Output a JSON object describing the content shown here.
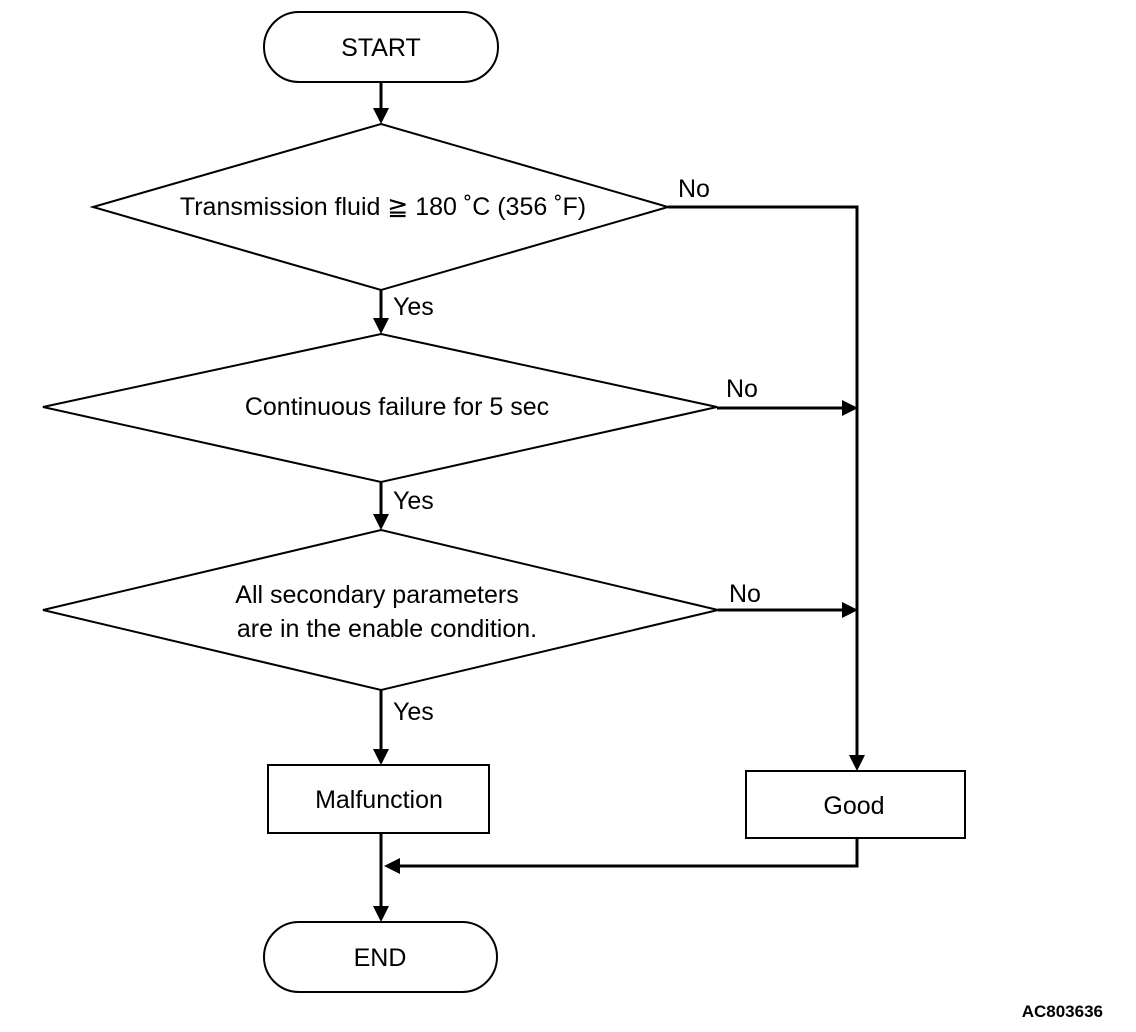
{
  "flowchart": {
    "start": {
      "label": "START"
    },
    "decisions": [
      {
        "lines": [
          "Transmission fluid ≧ 180 ˚C (356 ˚F)"
        ],
        "yes_label": "Yes",
        "no_label": "No"
      },
      {
        "lines": [
          "Continuous failure for 5 sec"
        ],
        "yes_label": "Yes",
        "no_label": "No"
      },
      {
        "lines": [
          "All secondary parameters",
          "are in the enable condition."
        ],
        "yes_label": "Yes",
        "no_label": "No"
      }
    ],
    "outcomes": {
      "malfunction": {
        "label": "Malfunction"
      },
      "good": {
        "label": "Good"
      }
    },
    "end": {
      "label": "END"
    }
  },
  "figure_id": "AC803636"
}
